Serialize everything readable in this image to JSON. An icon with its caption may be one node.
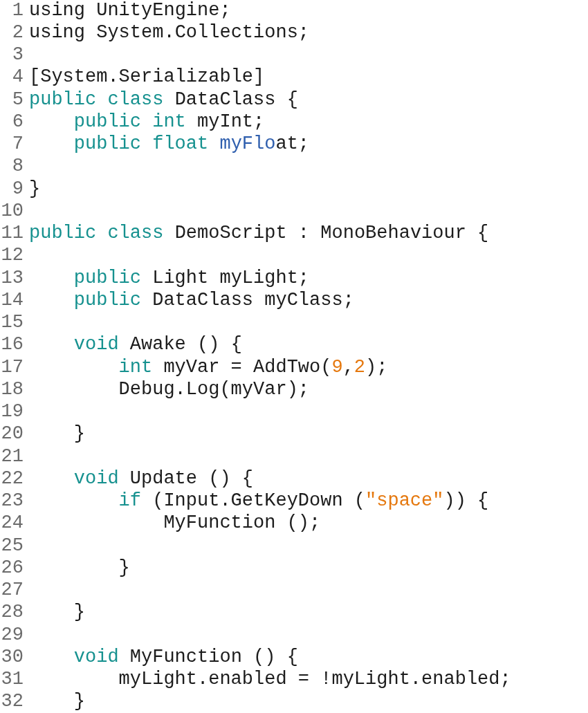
{
  "diagram": {
    "labels": [
      "1",
      "using UnityEngine;",
      "2",
      "using System.Collections;",
      "3",
      "4",
      "[System.Serializable]",
      "5",
      "public class DataClass {",
      "6",
      "public int myInt;",
      "7",
      "public float myFloat;",
      "8",
      "9",
      "}",
      "10",
      "11",
      "public class DemoScript : MonoBehaviour {",
      "12",
      "13",
      "public Light myLight;",
      "14",
      "public DataClass myClass;",
      "15",
      "16",
      "void Awake () {",
      "17",
      "int myVar = AddTwo(9,2);",
      "18",
      "Debug.Log(myVar);",
      "19",
      "20",
      "}",
      "21",
      "22",
      "void Update () {",
      "23",
      "if (Input.GetKeyDown (\"space\")) {",
      "24",
      "MyFunction ();",
      "25",
      "26",
      "}",
      "27",
      "28",
      "}",
      "29",
      "30",
      "void MyFunction () {",
      "31",
      "myLight.enabled = !myLight.enabled;",
      "32",
      "}"
    ]
  }
}
